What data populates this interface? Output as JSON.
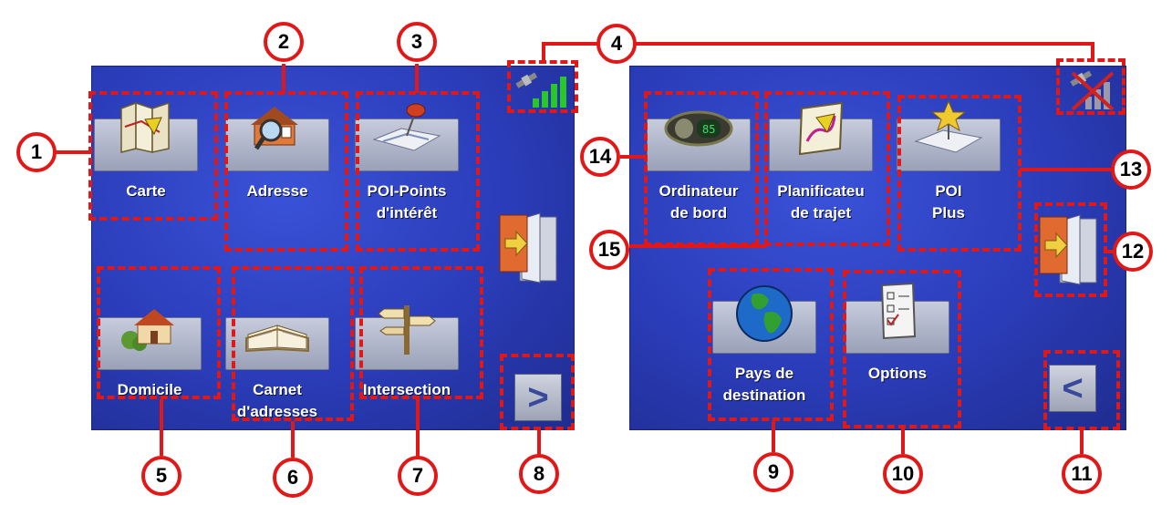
{
  "left_screen": {
    "tiles": [
      {
        "label": "Carte",
        "icon": "map-icon"
      },
      {
        "label": "Adresse",
        "icon": "house-magnifier-icon"
      },
      {
        "label": "POI-Points\nd'intérêt",
        "icon": "pushpin-map-icon"
      },
      {
        "label": "Domicile",
        "icon": "home-icon"
      },
      {
        "label": "Carnet\nd'adresses",
        "icon": "address-book-icon"
      },
      {
        "label": "Intersection",
        "icon": "signpost-icon"
      }
    ],
    "next_label": ">"
  },
  "right_screen": {
    "tiles": [
      {
        "label": "Ordinateur\nde bord",
        "icon": "trip-computer-icon"
      },
      {
        "label": "Planificateu\nde trajet",
        "icon": "route-planner-icon"
      },
      {
        "label": "POI\nPlus",
        "icon": "star-map-icon"
      },
      {
        "label": "Pays de\ndestination",
        "icon": "globe-icon"
      },
      {
        "label": "Options",
        "icon": "checklist-icon"
      }
    ],
    "back_label": "<"
  },
  "callouts": [
    "1",
    "2",
    "3",
    "4",
    "5",
    "6",
    "7",
    "8",
    "9",
    "10",
    "11",
    "12",
    "13",
    "14",
    "15"
  ],
  "colors": {
    "screen": "#2a3cb8",
    "callout": "#e01818",
    "label": "#ffffff"
  }
}
